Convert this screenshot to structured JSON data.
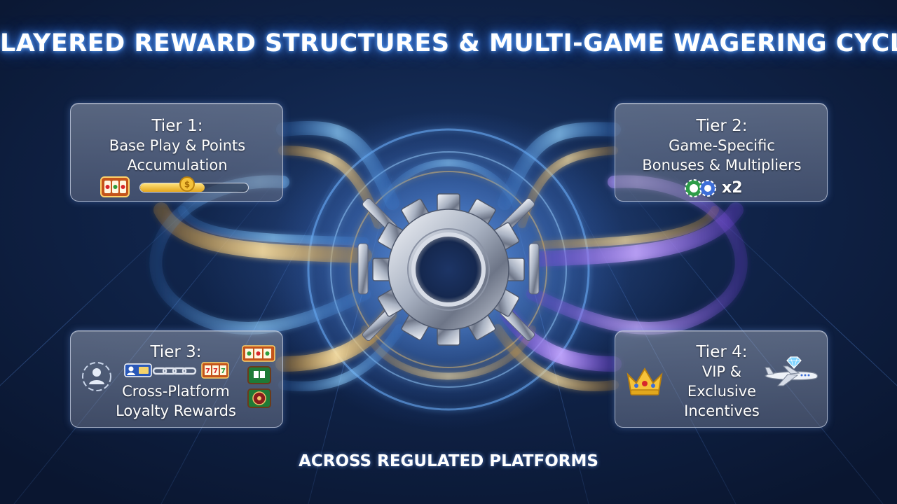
{
  "title": "LAYERED REWARD STRUCTURES & MULTI-GAME WAGERING CYCLES",
  "footer": "ACROSS REGULATED PLATFORMS",
  "tiers": [
    {
      "heading": "Tier 1:",
      "lines": [
        "Base Play & Points",
        "Accumulation"
      ],
      "icons": [
        "slot-machine-icon",
        "progress-bar-icon",
        "coin-icon"
      ],
      "progress": 0.6
    },
    {
      "heading": "Tier 2:",
      "lines": [
        "Game-Specific",
        "Bonuses & Multipliers"
      ],
      "icons": [
        "poker-chips-icon"
      ],
      "multiplier": "x2"
    },
    {
      "heading": "Tier 3:",
      "lines": [
        "Cross-Platform",
        "Loyalty Rewards"
      ],
      "icons": [
        "user-network-icon",
        "user-card-icon",
        "chain-link-icon",
        "slot-reels-icon",
        "card-table-icon",
        "roulette-icon"
      ]
    },
    {
      "heading": "Tier 4:",
      "lines": [
        "VIP &",
        "Exclusive",
        "Incentives"
      ],
      "icons": [
        "crown-icon",
        "private-jet-icon",
        "diamond-icon"
      ]
    }
  ],
  "center_icon": "gear-icon",
  "colors": {
    "title_glow": "#5fa8ff",
    "blue_flow": "#5db8ff",
    "gold_flow": "#f2c066",
    "purple_flow": "#9a6bff",
    "background": "#10244a"
  }
}
